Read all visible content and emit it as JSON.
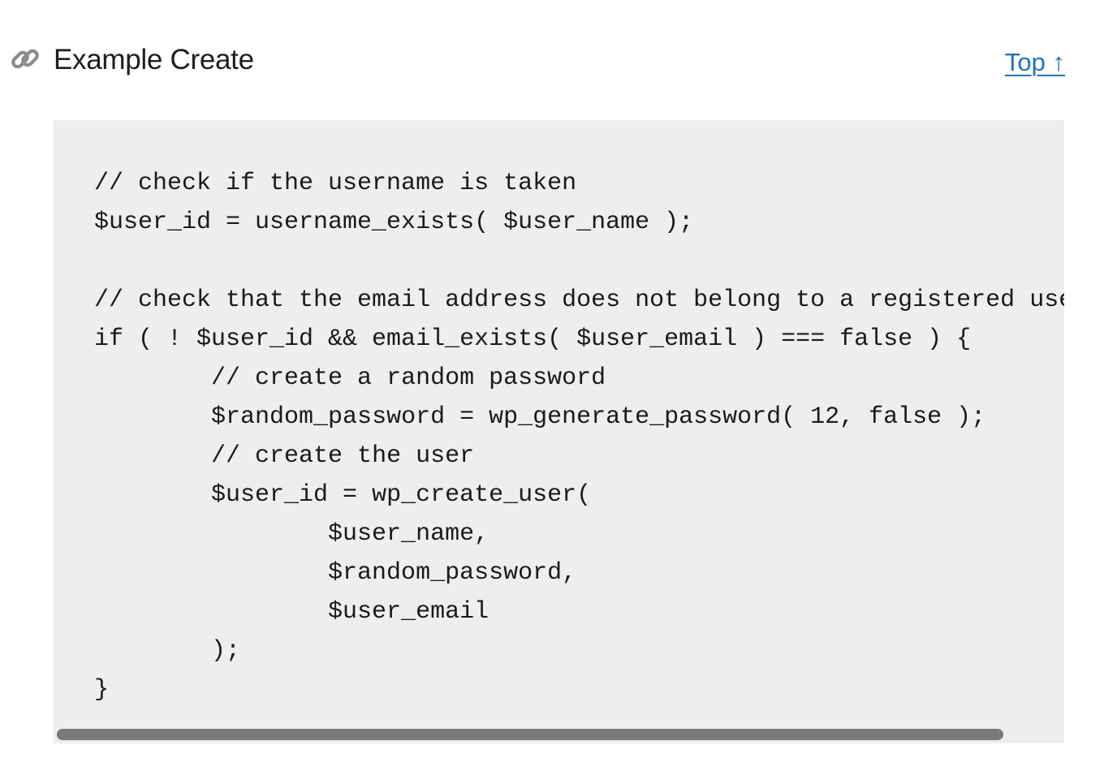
{
  "section": {
    "title": "Example Create",
    "top_link_label": "Top ↑",
    "anchor_icon": "link-icon"
  },
  "code": {
    "language": "php",
    "lines": [
      "// check if the username is taken",
      "$user_id = username_exists( $user_name );",
      "",
      "// check that the email address does not belong to a registered user",
      "if ( ! $user_id && email_exists( $user_email ) === false ) {",
      "\t// create a random password",
      "\t$random_password = wp_generate_password( 12, false );",
      "\t// create the user",
      "\t$user_id = wp_create_user(",
      "\t\t$user_name,",
      "\t\t$random_password,",
      "\t\t$user_email",
      "\t);",
      "}"
    ]
  },
  "colors": {
    "link": "#2271b1",
    "code_background": "#eeeeee",
    "scrollbar_thumb": "#7a7a7a",
    "icon": "#8c8c8c"
  }
}
